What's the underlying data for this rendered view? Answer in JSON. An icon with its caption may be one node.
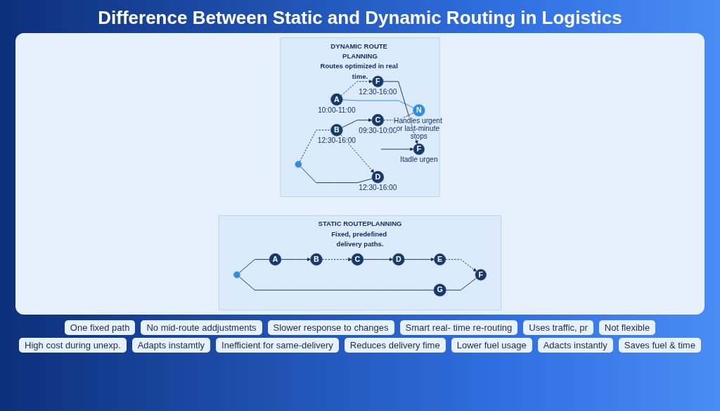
{
  "diagram": {
    "title": "Difference Between Static and Dynamic Routing in Logistics",
    "nodes": [
      {
        "text": [
          "STATIC ROUTEPLANNING",
          "Fixed, predefined delivery paths."
        ]
      },
      {
        "text": [
          "A"
        ],
        "in": 0
      },
      {
        "text": [
          "B"
        ],
        "in": 0
      },
      {
        "text": [
          "C"
        ],
        "in": 0
      },
      {
        "text": [
          "D"
        ],
        "in": 0
      },
      {
        "text": [
          "E"
        ],
        "in": 0
      },
      {
        "text": [
          "F"
        ],
        "in": 0
      },
      {
        "text": [
          "G"
        ],
        "in": 0
      },
      {
        "text": [],
        "shape": "circle",
        "in": 0
      },
      {
        "text": [
          "DYNAMIC ROUTE PLANNING",
          "Routes optimized in real time."
        ]
      },
      {
        "text": [
          "A"
        ],
        "in": 9,
        "beside": [
          "10:00-11:00"
        ]
      },
      {
        "text": [
          "B"
        ],
        "in": 9,
        "beside": [
          "12:30-16:00"
        ]
      },
      {
        "text": [
          "C"
        ],
        "in": 9,
        "beside": [
          "09:30-10:00"
        ]
      },
      {
        "text": [
          "D"
        ],
        "in": 9,
        "beside": [
          "12:30-16:00"
        ]
      },
      {
        "text": [],
        "shape": "circle",
        "in": 9
      },
      {
        "text": [
          "F"
        ],
        "in": 9,
        "beside": [
          "12:30-16:00"
        ]
      },
      {
        "text": [
          "F"
        ],
        "in": 9,
        "beside": [
          "Itadle urgen"
        ]
      },
      {
        "text": [
          "N"
        ],
        "in": 9,
        "beside": [
          "Handles urgent or last-minute stops"
        ]
      }
    ],
    "edges": [
      {
        "from": 8,
        "to": 1,
        "arrow": "none"
      },
      {
        "from": 1,
        "to": 2,
        "arrow": "to"
      },
      {
        "from": 2,
        "to": 3,
        "arrow": "to",
        "style": "dashed"
      },
      {
        "from": 3,
        "to": 4,
        "arrow": "to"
      },
      {
        "from": 4,
        "to": 5,
        "arrow": "to"
      },
      {
        "from": 5,
        "to": 6,
        "arrow": "to",
        "style": "dashed"
      },
      {
        "from": 7,
        "to": 6,
        "arrow": "none"
      },
      {
        "from": 8,
        "to": 7,
        "arrow": "none"
      },
      {
        "from": 10,
        "to": 15,
        "arrow": "to",
        "style": "dashed"
      },
      {
        "from": 10,
        "to": 17,
        "arrow": "none",
        "color": "#2f8ee0"
      },
      {
        "from": 11,
        "to": 12,
        "arrow": "to"
      },
      {
        "from": 11,
        "to": 13,
        "arrow": "to",
        "style": "dashed"
      },
      {
        "from": 14,
        "to": 11,
        "arrow": "none",
        "style": "dashed"
      },
      {
        "from": 14,
        "to": 13,
        "arrow": "none"
      },
      {
        "from": null,
        "to": 16,
        "arrow": "to"
      },
      {
        "from": 12,
        "to": 17,
        "arrow": "none",
        "style": "dashed"
      },
      {
        "from": 15,
        "to": 16,
        "arrow": "to"
      }
    ],
    "labels": [
      "One fixed path",
      "No mid-route addjustments",
      "Slower response to changes",
      "Smart real- time re-routing",
      "Uses traffic, pr",
      "Not flexible",
      "High cost during unexp.",
      "Adapts instamtly",
      "Inefficient for same-delivery",
      "Reduces delivery fime",
      "Lower fuel usage",
      "Adacts instantly",
      "Saves fuel & time"
    ]
  }
}
